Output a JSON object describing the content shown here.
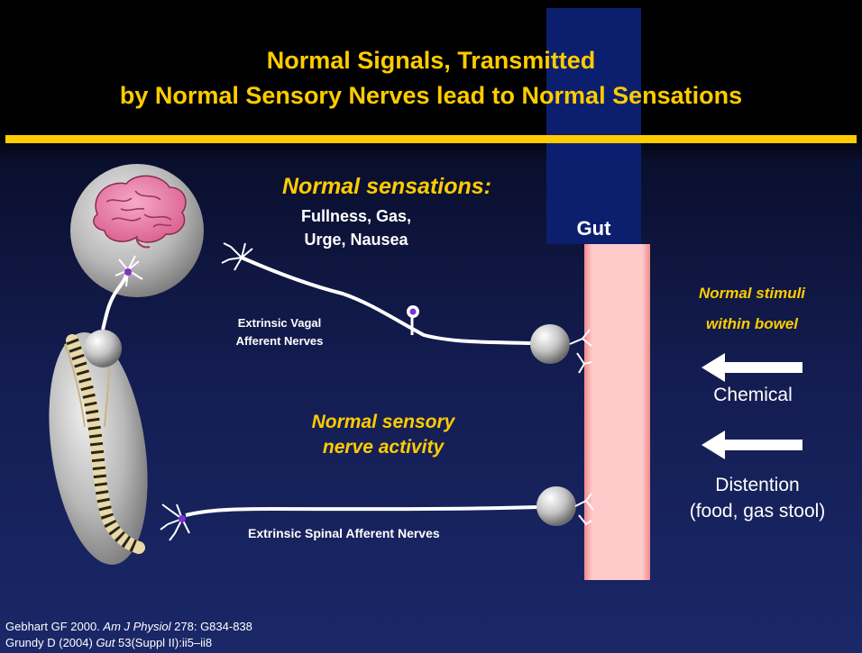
{
  "title": {
    "line1": "Normal Signals, Transmitted",
    "line2": "by Normal Sensory Nerves lead to Normal Sensations"
  },
  "sensations": {
    "heading": "Normal sensations:",
    "line1": "Fullness, Gas,",
    "line2": "Urge, Nausea"
  },
  "gut_label": "Gut",
  "stimuli": {
    "line1": "Normal stimuli",
    "line2": "within bowel",
    "chemical": "Chemical",
    "distention_line1": "Distention",
    "distention_line2": "(food, gas stool)"
  },
  "vagal_label": {
    "line1": "Extrinsic Vagal",
    "line2": "Afferent Nerves"
  },
  "sensory_activity": {
    "line1": "Normal sensory",
    "line2": "nerve activity"
  },
  "spinal_label": "Extrinsic Spinal Afferent Nerves",
  "references": [
    {
      "pre": "Gebhart GF 2000. ",
      "journal": "Am J Physiol",
      "post": " 278: G834-838"
    },
    {
      "pre": "Grundy D (2004) ",
      "journal": "Gut",
      "post": " 53(Suppl II):ii5–ii8"
    }
  ],
  "colors": {
    "title_yellow": "#ffcc00",
    "gut_pink": "#ffc8c8",
    "gut_border": "#f08080",
    "band_blue": "#0c1f6e"
  },
  "icons": [
    "brain-icon",
    "spine-icon",
    "neuron-icon",
    "arrow-left-icon"
  ]
}
